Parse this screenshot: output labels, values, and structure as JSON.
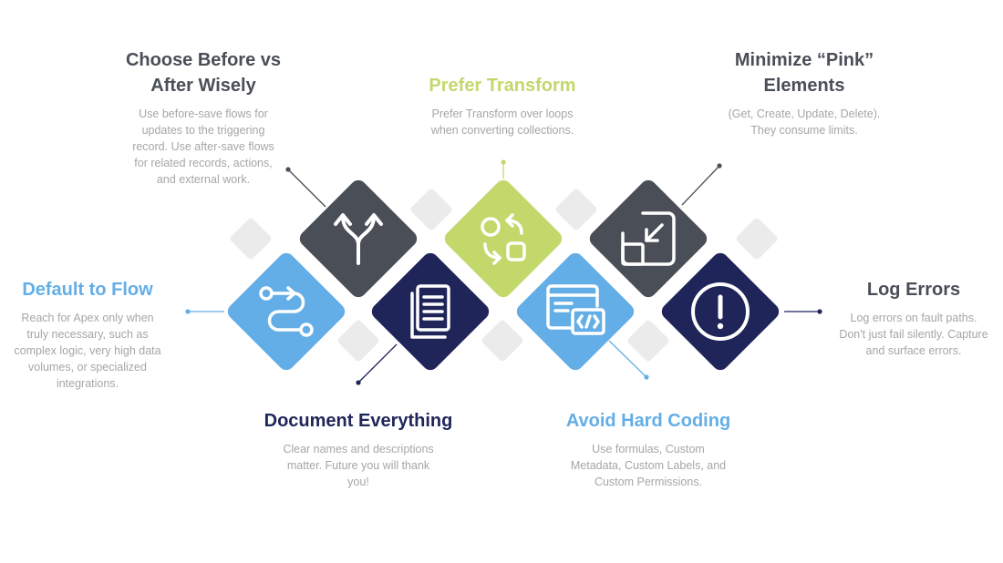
{
  "colors": {
    "dark_gray": "#4a4e57",
    "navy": "#1f2558",
    "light_blue": "#63aee6",
    "lime": "#c3d86b",
    "light_gray": "#ebebeb",
    "desc_text": "#a6a6a6"
  },
  "items": [
    {
      "key": "choose",
      "title": "Choose Before vs\nAfter Wisely",
      "desc": "Use before-save flows for\nupdates to the triggering\nrecord. Use after-save flows\nfor related records, actions,\nand external work.",
      "color": "#4a4e57",
      "icon": "split-arrows-icon"
    },
    {
      "key": "transform",
      "title": "Prefer Transform",
      "desc": "Prefer Transform over loops\nwhen converting collections.",
      "color": "#c3d86b",
      "icon": "transform-cycle-icon"
    },
    {
      "key": "minimize",
      "title": "Minimize “Pink”\nElements",
      "desc": "(Get, Create, Update, Delete).\nThey consume limits.",
      "color": "#4a4e57",
      "icon": "minimize-icon"
    },
    {
      "key": "flow",
      "title": "Default to Flow",
      "desc": "Reach for Apex only when\ntruly necessary, such as\ncomplex logic, very high data\nvolumes, or specialized\nintegrations.",
      "color": "#63aee6",
      "icon": "flow-path-icon"
    },
    {
      "key": "errors",
      "title": "Log Errors",
      "desc": "Log errors on fault paths.\nDon't just fail silently. Capture\nand surface errors.",
      "color": "#4a4e57",
      "icon": "exclamation-icon"
    },
    {
      "key": "document",
      "title": "Document Everything",
      "desc": "Clear names and descriptions\nmatter. Future you will thank\nyou!",
      "color": "#1f2558",
      "icon": "document-icon"
    },
    {
      "key": "hardcoding",
      "title": "Avoid Hard Coding",
      "desc": "Use formulas, Custom\nMetadata, Custom Labels, and\nCustom Permissions.",
      "color": "#63aee6",
      "icon": "code-window-icon"
    }
  ]
}
